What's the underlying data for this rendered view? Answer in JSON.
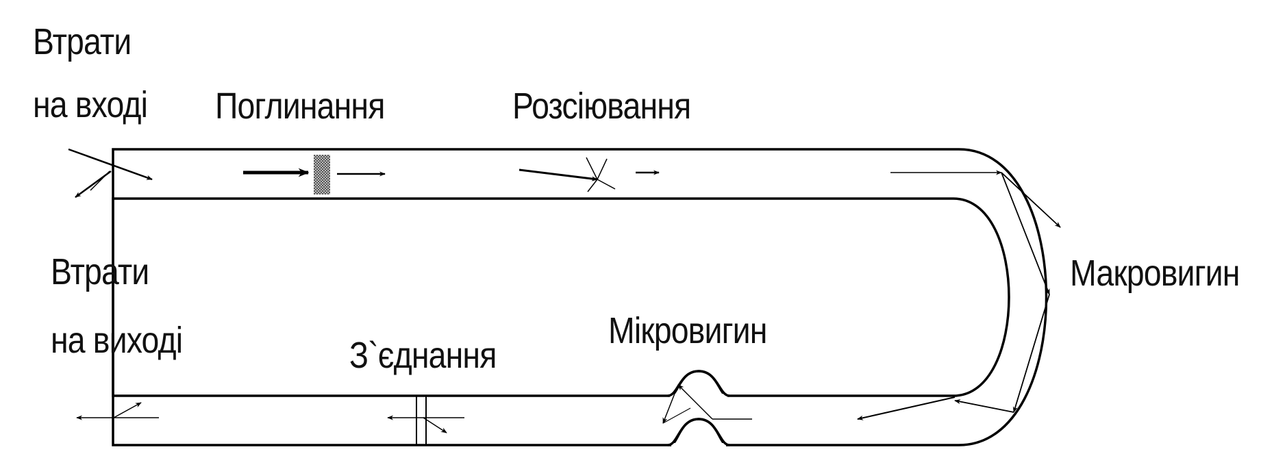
{
  "labels": {
    "input_loss_line1": "Втрати",
    "input_loss_line2": "на вході",
    "absorption": "Поглинання",
    "scattering": "Розсіювання",
    "macrobend": "Макровигин",
    "output_loss_line1": "Втрати",
    "output_loss_line2": "на виході",
    "splice": "З`єднання",
    "microbend": "Мікровигин"
  },
  "colors": {
    "line": "#000000",
    "absorber": "#888888"
  }
}
